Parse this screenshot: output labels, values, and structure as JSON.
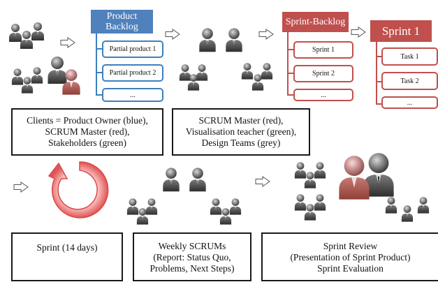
{
  "colors": {
    "product_owner_blue": "#4f81bd",
    "scrum_master_red": "#c0504d",
    "person_grey": "#6e6e6e",
    "person_red": "#c48585",
    "cycle_red": "#e05555"
  },
  "product_backlog": {
    "title_line1": "Product",
    "title_line2": "Backlog",
    "items": [
      "Partial product 1",
      "Partial product 2",
      "..."
    ]
  },
  "sprint_backlog": {
    "title": "Sprint-Backlog",
    "items": [
      "Sprint 1",
      "Sprint 2",
      "..."
    ]
  },
  "sprint_1": {
    "title": "Sprint 1",
    "tasks": [
      "Task 1",
      "Task 2",
      "..."
    ]
  },
  "captions": {
    "clients": [
      "Clients = Product Owner (blue),",
      "SCRUM Master (red),",
      "Stakeholders (green)"
    ],
    "scrum_master": [
      "SCRUM Master (red),",
      "Visualisation teacher (green),",
      "Design Teams (grey)"
    ],
    "sprint": [
      "Sprint (14 days)"
    ],
    "weekly": [
      "Weekly SCRUMs",
      "(Report: Status Quo,",
      "Problems, Next Steps)"
    ],
    "review": [
      "Sprint Review",
      "(Presentation of Sprint Product)",
      "Sprint Evaluation"
    ]
  },
  "icons": {
    "flow_arrow": "right-arrow-icon",
    "person": "person-icon",
    "cycle": "cycle-arrow-icon"
  }
}
